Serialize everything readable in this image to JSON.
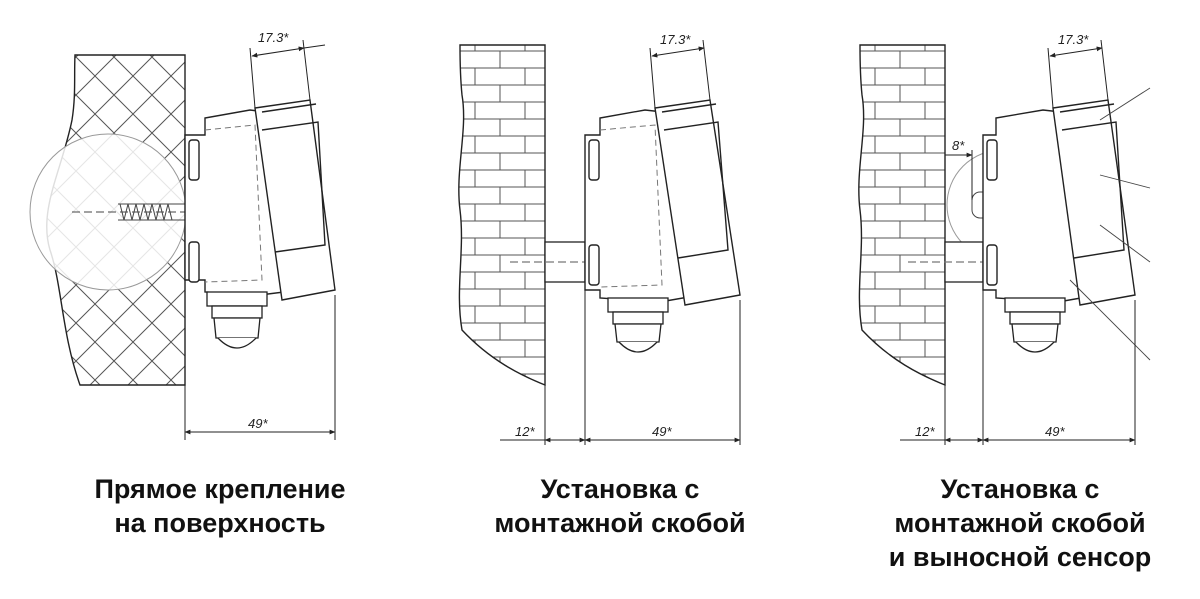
{
  "panels": [
    {
      "id": "surface-mount",
      "dims": {
        "depth": "17.3*",
        "width": "49*"
      },
      "caption": [
        "Прямое крепление",
        "на поверхность"
      ]
    },
    {
      "id": "bracket-mount",
      "dims": {
        "depth": "17.3*",
        "width": "49*",
        "offset": "12*"
      },
      "caption": [
        "Установка с",
        "монтажной скобой"
      ]
    },
    {
      "id": "bracket-remote-sensor",
      "dims": {
        "depth": "17.3*",
        "width": "49*",
        "offset": "12*",
        "gap": "8*"
      },
      "caption": [
        "Установка с",
        "монтажной скобой",
        "и выносной сенсор"
      ]
    }
  ],
  "colors": {
    "line": "#222222",
    "hatch": "#555555",
    "dashed": "#777777"
  }
}
